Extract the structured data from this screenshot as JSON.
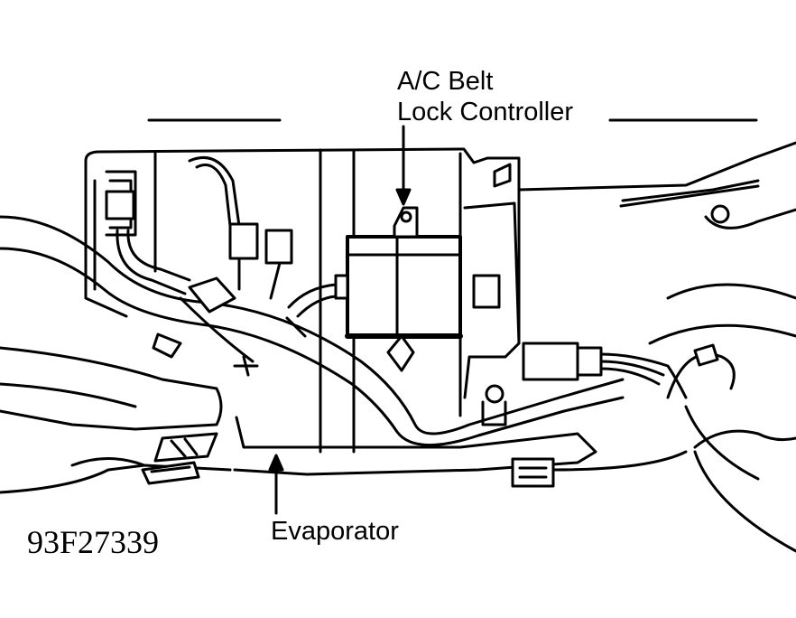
{
  "figure": {
    "code": "93F27339"
  },
  "callouts": {
    "controller_line1": "A/C Belt",
    "controller_line2": "Lock Controller",
    "evaporator": "Evaporator"
  },
  "colors": {
    "ink": "#000000",
    "paper": "#ffffff"
  }
}
